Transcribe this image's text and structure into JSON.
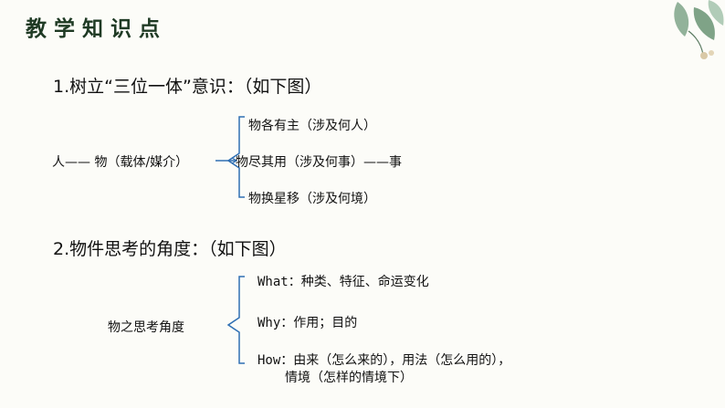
{
  "slide": {
    "title": "教学知识点",
    "section1": {
      "heading": "1.树立“三位一体”意识：（如下图）",
      "root": "人—— 物（载体/媒介）",
      "branches": [
        "物各有主（涉及何人）",
        "物尽其用（涉及何事）——事",
        "物换星移（涉及何境）"
      ]
    },
    "section2": {
      "heading": "2.物件思考的角度：（如下图）",
      "root": "物之思考角度",
      "branches": [
        "What：种类、特征、命运变化",
        "Why：作用；目的",
        "How：由来（怎么来的），用法（怎么用的），",
        "情境（怎样的情境下）"
      ]
    }
  },
  "colors": {
    "bracket": "#2f6fb3",
    "title": "#1f3a24",
    "leaf_dark": "#4f7a5a",
    "leaf_light": "#9fbfa6"
  }
}
